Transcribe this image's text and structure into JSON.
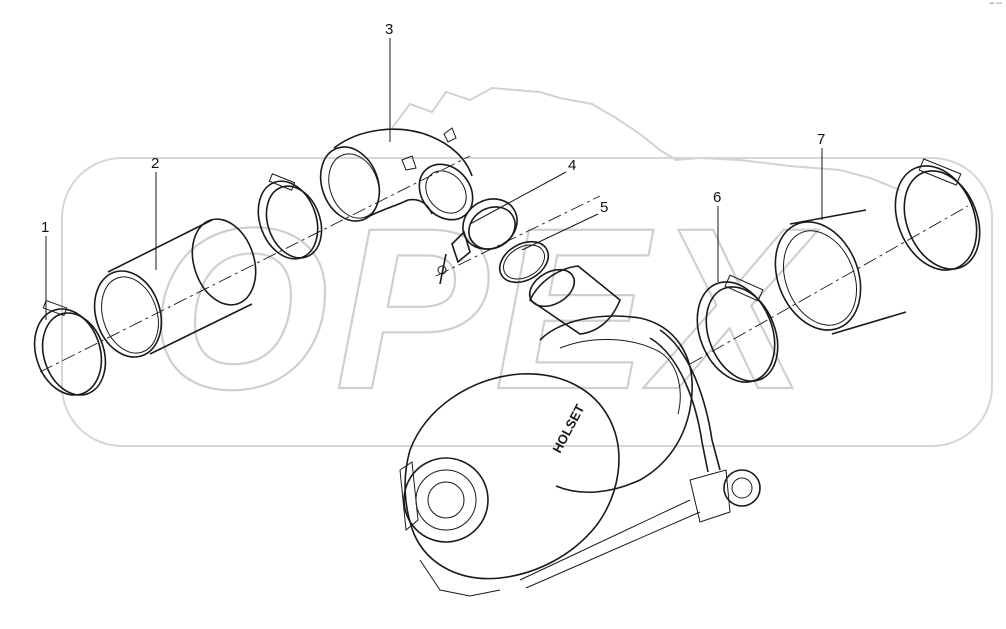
{
  "watermark": {
    "text": "OPEX"
  },
  "corner_mark": "ᵉᴬ ᵒᵒᵒ",
  "callouts": [
    {
      "number": "1"
    },
    {
      "number": "2"
    },
    {
      "number": "3"
    },
    {
      "number": "4"
    },
    {
      "number": "5"
    },
    {
      "number": "6"
    },
    {
      "number": "7"
    }
  ],
  "turbo_housing_text": "HOLSET"
}
